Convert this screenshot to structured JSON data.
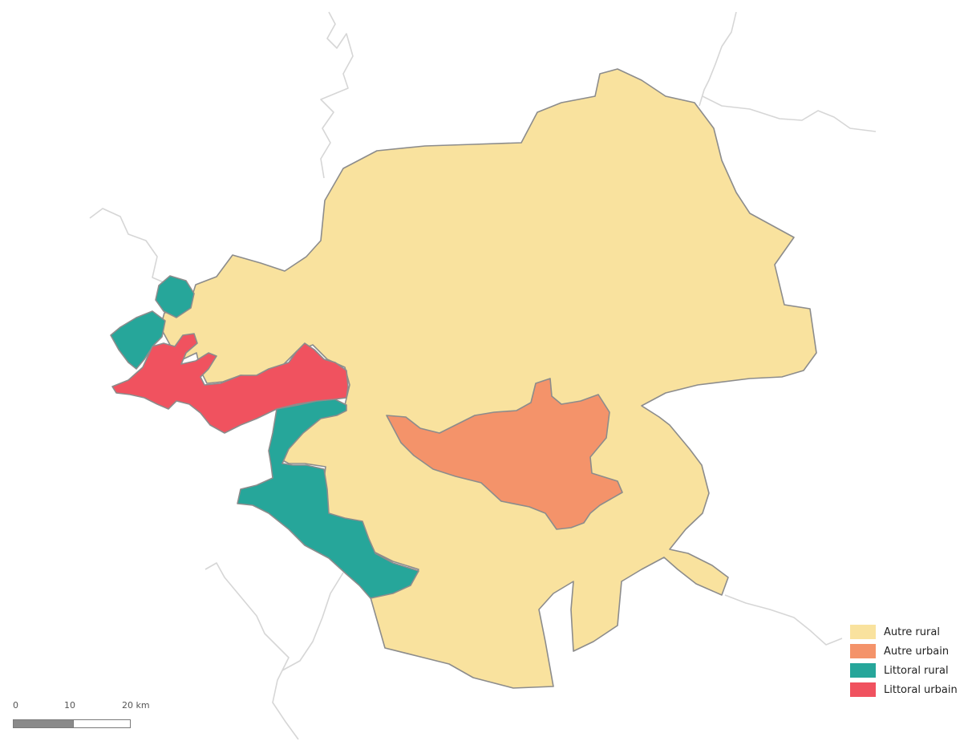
{
  "legend": {
    "items": [
      {
        "label": "Autre rural",
        "color": "#f9e29e"
      },
      {
        "label": "Autre urbain",
        "color": "#f4936a"
      },
      {
        "label": "Littoral rural",
        "color": "#26a69a"
      },
      {
        "label": "Littoral urbain",
        "color": "#f0525f"
      }
    ]
  },
  "scalebar": {
    "labels": [
      "0",
      "10",
      "20 km"
    ],
    "colors": [
      "#8a8a8a",
      "#ffffff"
    ]
  },
  "colors": {
    "boundary": "#8c8c8c",
    "context_lines": "#d6d6d6"
  }
}
